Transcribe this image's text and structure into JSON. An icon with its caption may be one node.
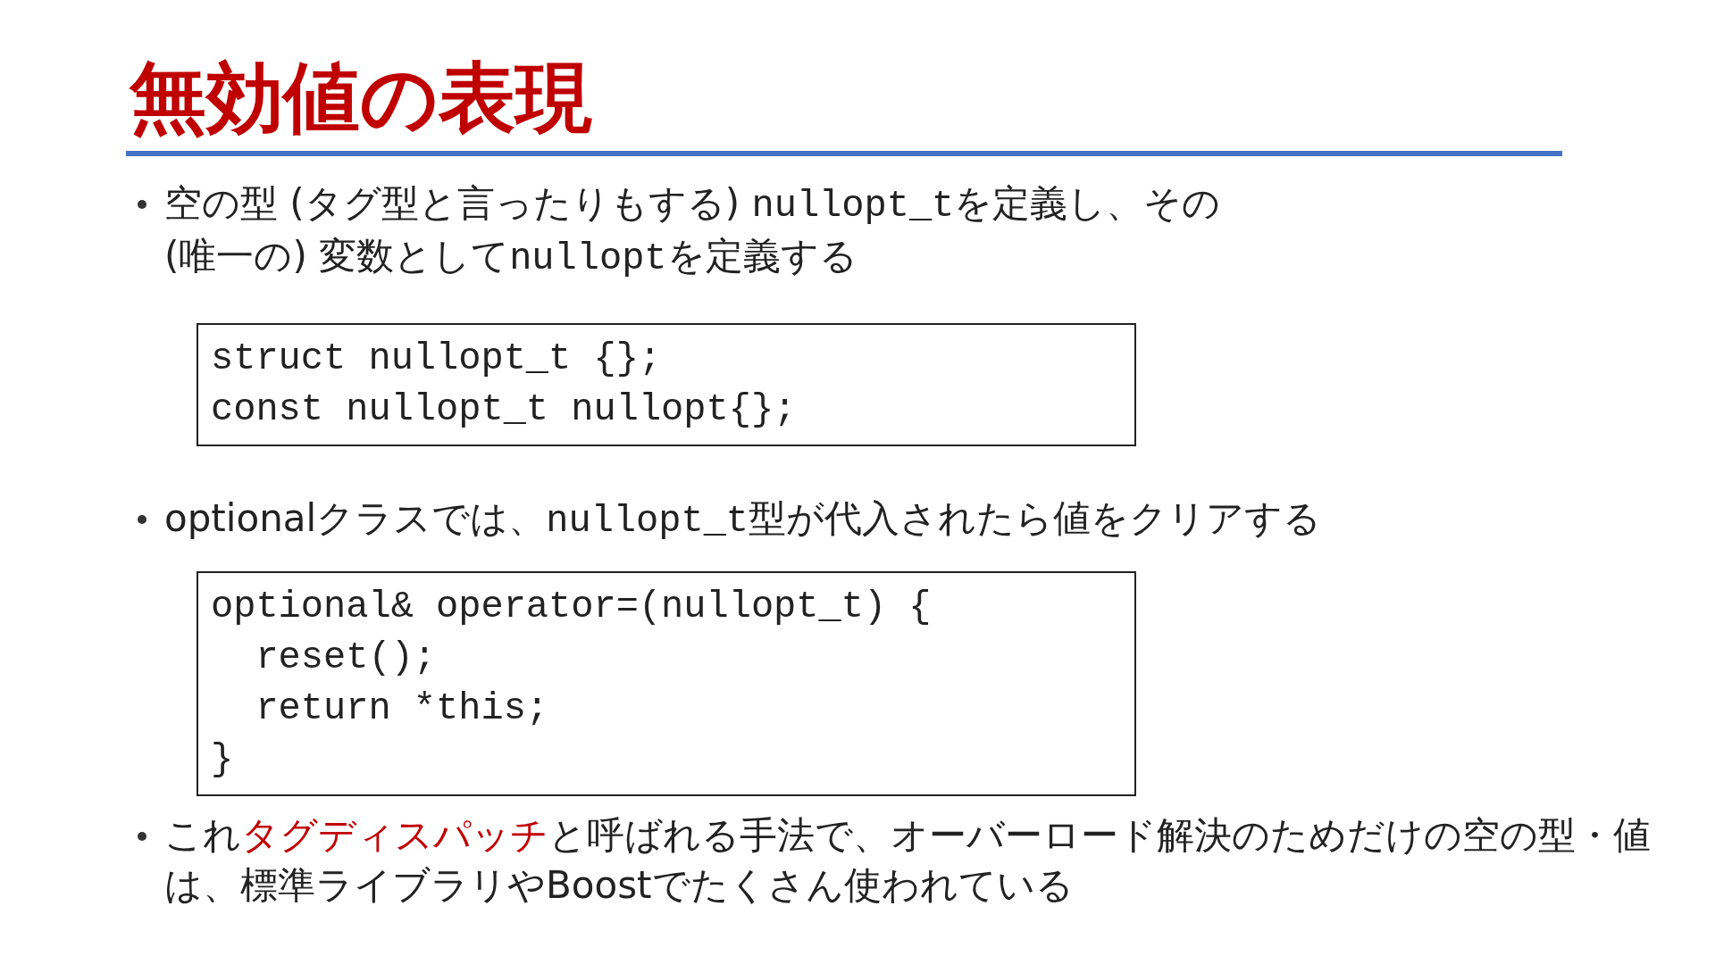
{
  "diagram": {
    "title": "無効値の表現",
    "nodes": [
      {
        "text": [
          "struct nullopt_t {};",
          "const nullopt_t nullopt{};"
        ]
      },
      {
        "text": [
          "optional& operator=(nullopt_t) {",
          "  reset();",
          "  return *this;",
          "}"
        ]
      }
    ],
    "edges": [],
    "labels": [
      "空の型 (タグ型と言ったりもする) **nullopt_t**を定義し、その (唯一の) 変数として**nullopt**を定義する",
      "optionalクラスでは、**nullopt_t**型が代入されたら値をクリアする",
      "これ**タグディスパッチ**と呼ばれる手法で、オーバーロード解決のためだけの空の型・値は、標準ライブラリやBoostでたくさん使われている"
    ]
  }
}
